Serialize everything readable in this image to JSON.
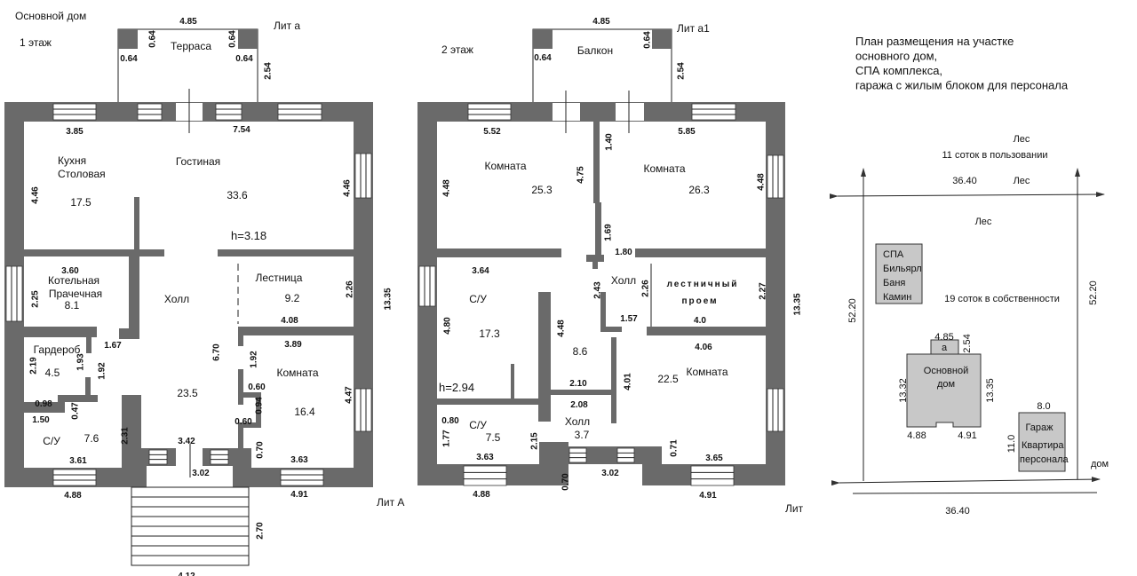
{
  "floor1": {
    "title": "Основной дом",
    "floor_label": "1 этаж",
    "lit_terrace": "Лит а",
    "lit_main": "Лит А",
    "ceiling_height": "h=3.18",
    "rooms": {
      "terrace": "Терраса",
      "kitchen_1": "Кухня",
      "kitchen_2": "Столовая",
      "kitchen_area": "17.5",
      "living": "Гостиная",
      "living_area": "33.6",
      "boiler_1": "Котельная",
      "boiler_2": "Прачечная",
      "boiler_area": "8.1",
      "hall": "Холл",
      "hall_area": "23.5",
      "stairs": "Лестница",
      "stairs_area": "9.2",
      "wardrobe": "Гардероб",
      "wardrobe_area": "4.5",
      "room": "Комната",
      "room_area": "16.4",
      "wc": "С/У",
      "wc_area": "7.6"
    },
    "dims": [
      "4.85",
      "0.64",
      "0.64",
      "0.64",
      "0.64",
      "2.54",
      "3.85",
      "7.54",
      "4.46",
      "4.46",
      "3.60",
      "2.25",
      "2.26",
      "4.08",
      "13.35",
      "1.67",
      "2.19",
      "1.93",
      "1.92",
      "6.70",
      "3.89",
      "1.92",
      "0.60",
      "4.47",
      "0.98",
      "0.47",
      "0.94",
      "0.60",
      "1.50",
      "2.31",
      "3.42",
      "0.70",
      "3.63",
      "3.61",
      "3.02",
      "4.88",
      "4.91",
      "2.70",
      "4.12"
    ]
  },
  "floor2": {
    "floor_label": "2 этаж",
    "lit_balcony": "Лит а1",
    "lit_main": "Лит",
    "ceiling_height": "h=2.94",
    "rooms": {
      "balcony": "Балкон",
      "room_left": "Комната",
      "room_left_area": "25.3",
      "room_right": "Комната",
      "room_right_area": "26.3",
      "hall": "Холл",
      "hall_area": "8.6",
      "stair_opening_1": "лестничный",
      "stair_opening_2": "проем",
      "wc": "С/У",
      "wc_area": "17.3",
      "room_bottom": "Комната",
      "room_bottom_area": "22.5",
      "wc2": "С/У",
      "wc2_area": "7.5",
      "hall2": "Холл",
      "hall2_area": "3.7"
    },
    "dims": [
      "4.85",
      "0.64",
      "0.64",
      "2.54",
      "5.52",
      "5.85",
      "4.75",
      "1.40",
      "4.48",
      "4.48",
      "1.69",
      "1.80",
      "3.64",
      "2.26",
      "2.27",
      "13.35",
      "2.43",
      "1.57",
      "4.0",
      "4.80",
      "4.48",
      "4.06",
      "4.01",
      "2.10",
      "2.08",
      "0.80",
      "1.77",
      "2.15",
      "0.71",
      "3.65",
      "3.63",
      "0.70",
      "3.02",
      "4.88",
      "4.91"
    ]
  },
  "site": {
    "title_lines": [
      "План размещения на участке",
      "основного дом,",
      "СПА комплекса,",
      "гаража с жилым блоком для персонала"
    ],
    "forest_top": "Лес",
    "leased_area": "11 соток в пользовании",
    "width_top": "36.40",
    "forest_top_right": "Лес",
    "forest_inner": "Лес",
    "spa_lines": [
      "СПА",
      "Бильярл",
      "Баня",
      "Камин"
    ],
    "owned_area": "19 соток в собственности",
    "depth_left": "52.20",
    "depth_right": "52.20",
    "house": {
      "annex": "а",
      "annex_width": "4.85",
      "annex_depth": "2.54",
      "name_1": "Основной",
      "name_2": "дом",
      "left": "13.32",
      "right": "13.35",
      "bottom_left": "4.88",
      "bottom_right": "4.91"
    },
    "garage": {
      "width": "8.0",
      "name_1": "Гараж",
      "depth": "11.0",
      "name_2": "Квартира",
      "name_3": "персонала"
    },
    "neighbor": "дом",
    "width_bottom": "36.40"
  }
}
